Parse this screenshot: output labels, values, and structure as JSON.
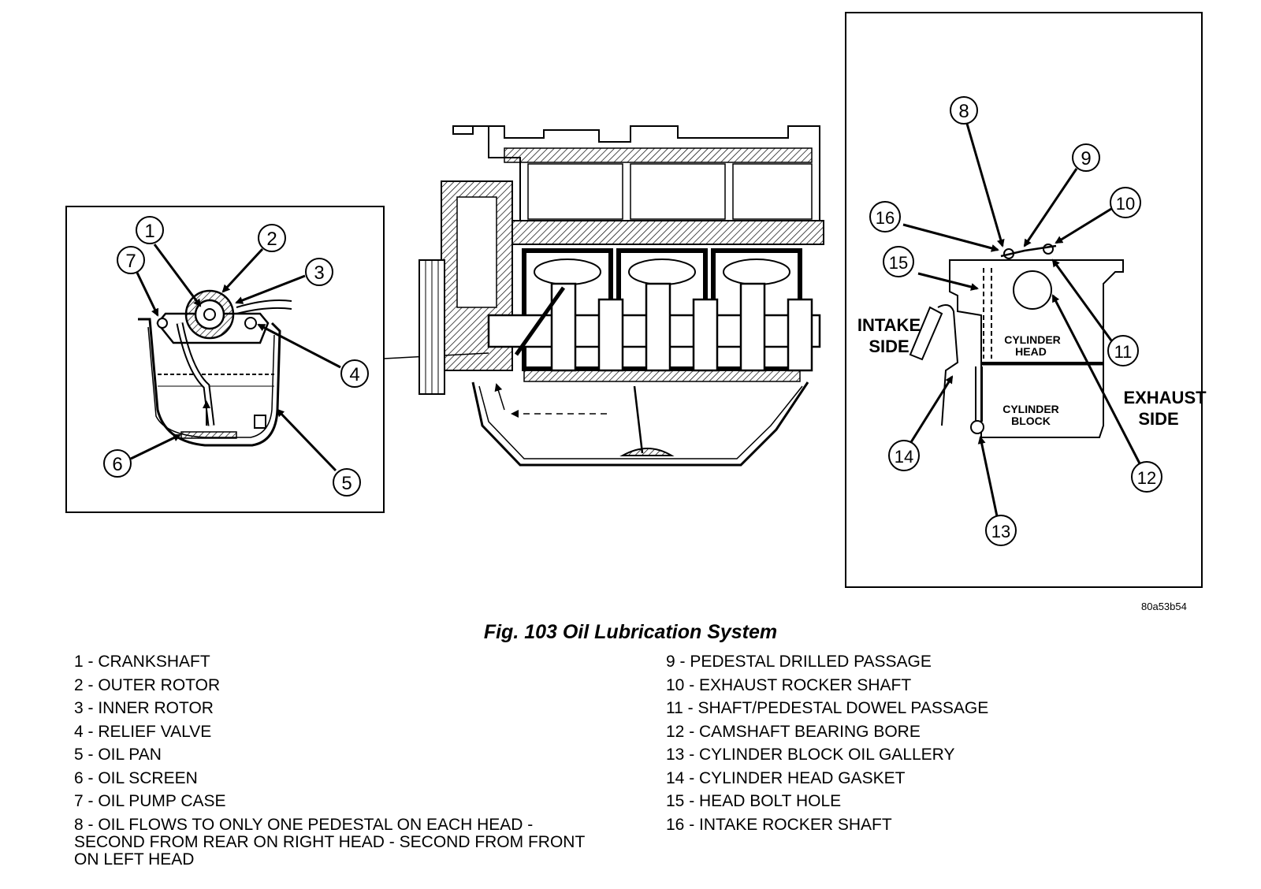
{
  "figure": {
    "caption": "Fig. 103 Oil Lubrication System",
    "id": "80a53b54"
  },
  "callout_numbers": [
    "1",
    "2",
    "3",
    "4",
    "5",
    "6",
    "7",
    "8",
    "9",
    "10",
    "11",
    "12",
    "13",
    "14",
    "15",
    "16"
  ],
  "diagram_labels": {
    "intake_side": [
      "INTAKE",
      "SIDE"
    ],
    "exhaust_side": [
      "EXHAUST",
      "SIDE"
    ],
    "cylinder_head": [
      "CYLINDER",
      "HEAD"
    ],
    "cylinder_block": [
      "CYLINDER",
      "BLOCK"
    ]
  },
  "legend": {
    "left": [
      "1 - CRANKSHAFT",
      "2 - OUTER ROTOR",
      "3 - INNER ROTOR",
      "4 - RELIEF VALVE",
      "5 - OIL PAN",
      "6 - OIL SCREEN",
      "7 - OIL PUMP CASE",
      "8 - OIL FLOWS TO ONLY ONE PEDESTAL ON EACH HEAD - SECOND FROM REAR ON RIGHT HEAD - SECOND FROM FRONT ON LEFT HEAD"
    ],
    "right": [
      "9 - PEDESTAL DRILLED PASSAGE",
      "10 - EXHAUST ROCKER SHAFT",
      "11 - SHAFT/PEDESTAL DOWEL PASSAGE",
      "12 - CAMSHAFT BEARING BORE",
      "13 - CYLINDER BLOCK OIL GALLERY",
      "14 - CYLINDER HEAD GASKET",
      "15 - HEAD BOLT HOLE",
      "16 - INTAKE ROCKER SHAFT"
    ]
  }
}
